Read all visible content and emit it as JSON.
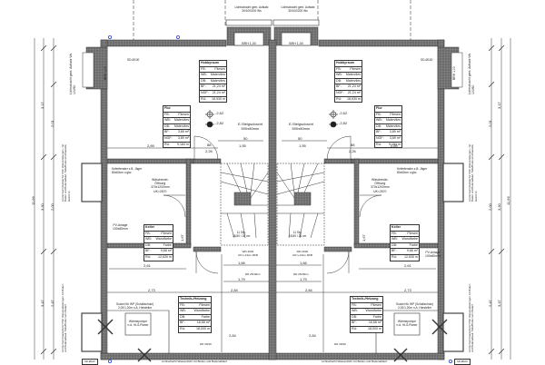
{
  "drawing": {
    "type": "floor-plan",
    "description": "Basement plan of a mirrored semi-detached house (Doppelhaus), left and right units",
    "colors": {
      "wall": "#555555",
      "wall_hatch": "#888888",
      "line": "#333333",
      "marker": "#2b44d6"
    }
  },
  "top": {
    "lightwell_left": "Lichtschacht gem. Aufsatz 30/100/200 Ws",
    "lightwell_right": "Lichtschacht gem. Aufsatz 30/100/200 Ws",
    "brh_left": "BRH 1,00",
    "brh_right": "BRH 1,00"
  },
  "side": {
    "window_left": "BRH 1,00",
    "window_right": "BRH 1,00",
    "lightwell_left": "Lichtschacht gem. Aufsatz Ws 100/60",
    "lightwell_right": "Lichtschacht gem. Aufsatz Ws 100/60",
    "drain_label_left": "SD-Ø100",
    "drain_label_right": "SD-Ø100",
    "note_mid_left": "Lichtschacht Aufsatz für PVC Wasserleitungen, mit Boden und Bodenablauf, Tiefe/Breite wird bauseits bestimmt",
    "note_mid_right": "Lichtschacht Aufsatz für PVC Wasserleitungen, mit Boden und Bodenablauf, Tiefe/Breite wird bauseits bestimmt",
    "note_low_left": "Lichtschacht bauseits für PVC Wasserableitungen mit Boden und Bodenablauf, Tiefe/Breite nach Bedarf",
    "note_low_right": "Lichtschacht bauseits für PVC Wasserableitungen mit Boden und Bodenablauf, Tiefe/Breite nach Bedarf"
  },
  "rooms": {
    "hobby_left": {
      "title": "Hobbyraum",
      "rows": [
        [
          "FB:",
          "Fliesen"
        ],
        [
          "WB:",
          "Malervlies"
        ],
        [
          "DB:",
          "Malervlies"
        ],
        [
          "BF:",
          "21,24 m²"
        ],
        [
          "NGF:",
          "21,24 m²"
        ],
        [
          "RU:",
          "18,930 m"
        ]
      ]
    },
    "hobby_right": {
      "title": "Hobbyraum",
      "rows": [
        [
          "FB:",
          "Fliesen"
        ],
        [
          "WB:",
          "Malervlies"
        ],
        [
          "DB:",
          "Malervlies"
        ],
        [
          "BF:",
          "21,24 m²"
        ],
        [
          "NGF:",
          "21,24 m²"
        ],
        [
          "RU:",
          "18,930 m"
        ]
      ]
    },
    "flur_left": {
      "title": "Flur",
      "rows": [
        [
          "FB:",
          "Fliesen"
        ],
        [
          "WB:",
          "Malervlies"
        ],
        [
          "DB:",
          "Malervlies"
        ],
        [
          "BF:",
          "3,89 m²"
        ],
        [
          "NGF:",
          "3,89 m²"
        ],
        [
          "RU:",
          "9,184 m"
        ]
      ]
    },
    "flur_right": {
      "title": "Flur",
      "rows": [
        [
          "FB:",
          "Fliesen"
        ],
        [
          "WB:",
          "Malervlies"
        ],
        [
          "DB:",
          "Malervlies"
        ],
        [
          "BF:",
          "3,89 m²"
        ],
        [
          "NGF:",
          "3,89 m²"
        ],
        [
          "RU:",
          "9,184 m"
        ]
      ]
    },
    "keller_left": {
      "title": "Keller",
      "rows": [
        [
          "FB:",
          "Fliesen"
        ],
        [
          "WB:",
          "Wandfarbe"
        ],
        [
          "DB:",
          "Farbe"
        ],
        [
          "BF:",
          "9,68 m²"
        ],
        [
          "RU:",
          "12,630 m"
        ]
      ]
    },
    "keller_right": {
      "title": "Keller",
      "rows": [
        [
          "FB:",
          "Fliesen"
        ],
        [
          "WB:",
          "Wandfarbe"
        ],
        [
          "DB:",
          "Farbe"
        ],
        [
          "BF:",
          "9,68 m²"
        ],
        [
          "RU:",
          "12,630 m"
        ]
      ]
    },
    "technik_left": {
      "title": "Technik-/Heizung",
      "rows": [
        [
          "FB:",
          "Fliesen"
        ],
        [
          "WB:",
          "Wandfarbe"
        ],
        [
          "DB:",
          "Farbe"
        ],
        [
          "BF:",
          "16,58 m²"
        ],
        [
          "RU:",
          "18,000 m"
        ]
      ]
    },
    "technik_right": {
      "title": "Technik-/Heizung",
      "rows": [
        [
          "FB:",
          "Fliesen"
        ],
        [
          "WB:",
          "Wandfarbe"
        ],
        [
          "DB:",
          "Farbe"
        ],
        [
          "BF:",
          "16,58 m²"
        ],
        [
          "RU:",
          "18,000 m"
        ]
      ]
    }
  },
  "annotations": {
    "e_schacht_left": "E-Steigschacht\n500x80mm",
    "e_schacht_right": "E-Steigschacht\n500x80mm",
    "level_1": "-2,62",
    "level_2": "-2,82",
    "level_1_r": "-2,62",
    "level_2_r": "-2,82",
    "waschraum_left": "Wäschesiel-\nÖffnung\n370x1200mm\nUK=2670",
    "waschraum_right": "Wäschesiel-\nÖffnung\n370x1200mm\nUK=2670",
    "kellerfenster_left": "Kellerfenster z.B. Jäger\n80x60cm o.glw.",
    "kellerfenster_right": "Kellerfenster z.B. Jäger\n80x60cm o.glw.",
    "pv_left": "PV-Anlage\n100x80mm",
    "pv_right": "PV-Anlage\n100x80mm",
    "stair_left": "11 Stg.\n18,80 / 26 cm",
    "stair_right": "11 Stg.\n18,80 / 26 cm",
    "wd_left": "WD 4020\nUK=+13cm RFB",
    "wd_right": "WD 4020\nUK=+13cm RFB",
    "dd_left": "DD 25/18cm",
    "dd_right": "DD 25/18cm",
    "sockel_left": "Sockel für WP (Schallschutz)\n2,00/1,20m n.A. Hersteller",
    "sockel_right": "Sockel für WP (Schallschutz)\n2,00/1,20m n.A. Hersteller",
    "wp_left": "Wärmepumpe\nn.A. HLS-Planer",
    "wp_right": "Wärmepumpe\nn.A. HLS-Planer",
    "dd_bottom_left": "DD 30/30",
    "dd_bottom_right": "DD 30/30",
    "bottom_note_left": "Lichtschacht Wasserdicht mit Boden und Bodenablauf",
    "bottom_note_right": "Lichtschacht Wasserdicht mit Boden und Bodenablauf",
    "bottom_tag_left": "SD-Ø100",
    "bottom_tag_right": "SD-Ø100"
  },
  "dimensions": {
    "total_height": "11,66",
    "chain_outer": [
      "17",
      "3,17",
      "17",
      "3,30",
      "17",
      "3,47",
      "17"
    ],
    "chain_inner": [
      "24",
      "1,00",
      "2,01",
      "24",
      "2,00",
      "24",
      "2,47",
      "17"
    ],
    "horizontal": {
      "hobby_width": "2,89",
      "flur_width": "1,55",
      "door_width": "88",
      "door_height": "2,26",
      "keller_width": "2,61",
      "lower_width_a": "2,73",
      "lower_width_b": "2,84",
      "tech_width": "2,84",
      "stair_width": "1,66",
      "corridor_width": "1,79",
      "shaft_segments": [
        "68",
        "50",
        "68"
      ],
      "small_b": "81",
      "small_c": "30",
      "window_sill": "1,20",
      "stair_run": "1,02",
      "keller_height": "1,67"
    }
  }
}
